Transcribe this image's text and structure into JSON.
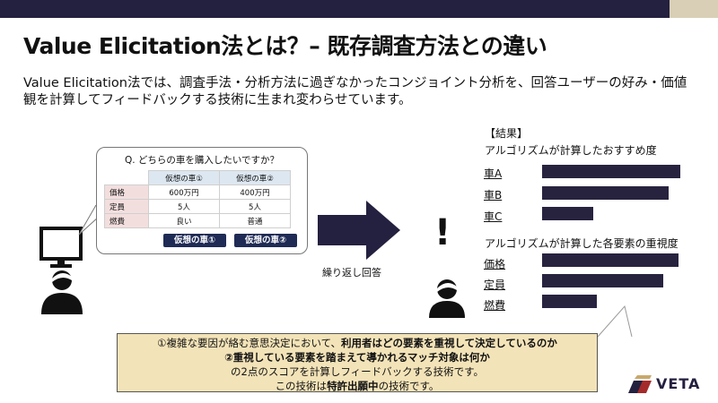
{
  "title": "Value Elicitation法とは？– 既存調査方法との違い",
  "lead": "Value Elicitation法では、調査手法・分析方法に過ぎなかったコンジョイント分析を、回答ユーザーの好み・価値観を計算してフィードバックする技術に生まれ変わらせています。",
  "survey": {
    "question": "Q. どちらの車を購入したいですか？",
    "columns": [
      "",
      "仮想の車①",
      "仮想の車②"
    ],
    "rows": [
      {
        "label": "価格",
        "car1": "600万円",
        "car2": "400万円"
      },
      {
        "label": "定員",
        "car1": "5人",
        "car2": "5人"
      },
      {
        "label": "燃費",
        "car1": "良い",
        "car2": "普通"
      }
    ],
    "buttons": [
      "仮想の車①",
      "仮想の車②"
    ]
  },
  "arrow_caption": "繰り返し回答",
  "exclaim": "!",
  "result": {
    "heading": "【結果】",
    "recommend_title": "アルゴリズムが計算したおすすめ度",
    "recommend": [
      {
        "label": "車A",
        "value": 0.81
      },
      {
        "label": "車B",
        "value": 0.74
      },
      {
        "label": "車C",
        "value": 0.3
      }
    ],
    "importance_title": "アルゴリズムが計算した各要素の重視度",
    "importance": [
      {
        "label": "価格",
        "value": 0.8
      },
      {
        "label": "定員",
        "value": 0.71
      },
      {
        "label": "燃費",
        "value": 0.32
      }
    ]
  },
  "callout": {
    "line1_a": "①複雑な要因が絡む意思決定において、",
    "line1_b": "利用者はどの要素を重視して決定しているのか",
    "line2": "②重視している要素を踏まえて導かれるマッチ対象は何か",
    "line3": "の2点のスコアを計算しフィードバックする技術です。",
    "line4_a": "この技術は",
    "line4_b": "特許出願中",
    "line4_c": "の技術です。"
  },
  "brand": "VETA",
  "colors": {
    "navy": "#27233f",
    "cream": "#f3e3b8",
    "red": "#a52a2a"
  }
}
